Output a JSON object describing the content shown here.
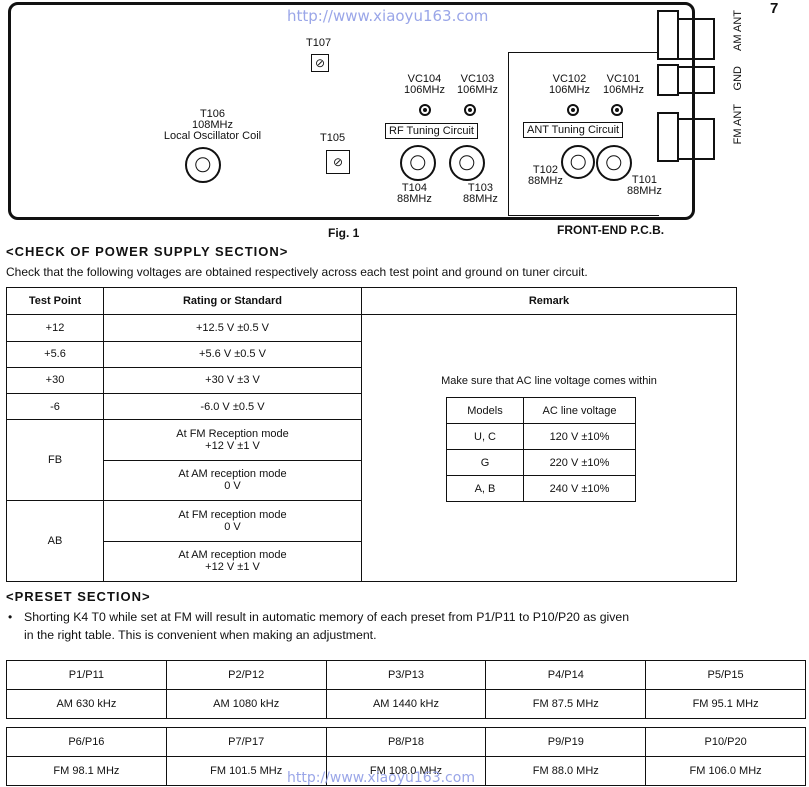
{
  "header": {
    "watermark_url": "http://www.xiaoyu163.com",
    "page_number": "7"
  },
  "figure": {
    "caption": "Fig. 1",
    "board_title": "FRONT-END P.C.B.",
    "t107": "T107",
    "t106": "T106",
    "t106_freq": "108MHz",
    "t106_name": "Local Oscillator Coil",
    "t105": "T105",
    "vc104": "VC104",
    "vc104_freq": "106MHz",
    "vc103": "VC103",
    "vc103_freq": "106MHz",
    "vc102": "VC102",
    "vc102_freq": "106MHz",
    "vc101": "VC101",
    "vc101_freq": "106MHz",
    "rf_circuit": "RF Tuning Circuit",
    "ant_circuit": "ANT Tuning Circuit",
    "t104": "T104",
    "t104_freq": "88MHz",
    "t103": "T103",
    "t103_freq": "88MHz",
    "t102": "T102",
    "t102_freq": "88MHz",
    "t101": "T101",
    "t101_freq": "88MHz",
    "am_ant": "AM ANT",
    "gnd": "GND",
    "fm_ant": "FM ANT",
    "trimmer_symbol": "⊘"
  },
  "power": {
    "heading": "<CHECK OF POWER SUPPLY SECTION>",
    "intro": "Check that the following voltages are obtained respectively across each test point and ground on tuner circuit.",
    "col_test_point": "Test Point",
    "col_rating": "Rating or Standard",
    "col_remark": "Remark",
    "rows": [
      {
        "tp": "+12",
        "rating": "+12.5 V ±0.5 V"
      },
      {
        "tp": "+5.6",
        "rating": "+5.6 V ±0.5 V"
      },
      {
        "tp": "+30",
        "rating": "+30 V ±3 V"
      },
      {
        "tp": "-6",
        "rating": "-6.0 V ±0.5 V"
      }
    ],
    "fb": {
      "tp": "FB",
      "fm_mode": "At FM Reception mode",
      "fm_value": "+12 V ±1 V",
      "am_mode": "At AM reception mode",
      "am_value": "0 V"
    },
    "ab": {
      "tp": "AB",
      "fm_mode": "At FM reception mode",
      "fm_value": "0 V",
      "am_mode": "At AM reception mode",
      "am_value": "+12 V ±1 V"
    },
    "remark_text": "Make sure that AC line voltage comes within",
    "models_header": "Models",
    "ac_header": "AC line voltage",
    "models": [
      {
        "model": "U, C",
        "voltage": "120 V ±10%"
      },
      {
        "model": "G",
        "voltage": "220 V ±10%"
      },
      {
        "model": "A, B",
        "voltage": "240 V ±10%"
      }
    ]
  },
  "preset": {
    "heading": "<PRESET SECTION>",
    "bullet": "•",
    "line1": "Shorting K4 T0 while set at FM will result in automatic memory of each preset from P1/P11 to P10/P20 as given",
    "line2": "in the right table. This is convenient when making an adjustment.",
    "row1_labels": [
      "P1/P11",
      "P2/P12",
      "P3/P13",
      "P4/P14",
      "P5/P15"
    ],
    "row1_values": [
      "AM 630 kHz",
      "AM 1080 kHz",
      "AM 1440 kHz",
      "FM 87.5 MHz",
      "FM 95.1 MHz"
    ],
    "row2_labels": [
      "P6/P16",
      "P7/P17",
      "P8/P18",
      "P9/P19",
      "P10/P20"
    ],
    "row2_values": [
      "FM 98.1 MHz",
      "FM 101.5 MHz",
      "FM 108.0 MHz",
      "FM 88.0 MHz",
      "FM 106.0 MHz"
    ]
  }
}
